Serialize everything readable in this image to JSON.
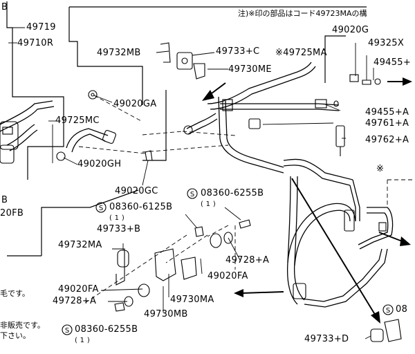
{
  "labels": {
    "top_b": "B",
    "p49719": "49719",
    "p49710r": "49710R",
    "p49732mb": "49732MB",
    "p49733c": "49733+C",
    "p49725ma": "※49725MA",
    "p49730me": "49730ME",
    "p49020g": "49020G",
    "p49325x": "49325X",
    "p49455_1": "49455+",
    "p49455_2": "49455+A",
    "p49761a": "49761+A",
    "p49762a": "49762+A",
    "p49020ga": "49020GA",
    "p49725mc": "49725MC",
    "p49020gh": "49020GH",
    "p49020gc": "49020GC",
    "p_b_left": "B",
    "p_0fb_left": "20FB",
    "bolt_6255b_top": "08360-6255B",
    "bolt_6255b_top_qty": "( 1 )",
    "bolt_6125b": "08360-6125B",
    "bolt_6125b_qty": "( 1 )",
    "p49733b": "49733+B",
    "p49732ma": "49732MA",
    "p49728a_right": "49728+A",
    "p49020fa_right": "49020FA",
    "p49020fa_left": "49020FA",
    "p49728a_left": "49728+A",
    "p49730ma": "49730MA",
    "p49730mb": "49730MB",
    "bolt_6255b_bottom": "08360-6255B",
    "bolt_6255b_bottom_qty": "( 1 )",
    "p49733d": "49733+D",
    "bolt_08_right": "08",
    "star_mark": "※",
    "note_top": "注)※印の部品はコード49723MAの構",
    "note_left_1": "毛です。",
    "note_left_2": "非販売です。",
    "note_left_3": "下さい。"
  }
}
